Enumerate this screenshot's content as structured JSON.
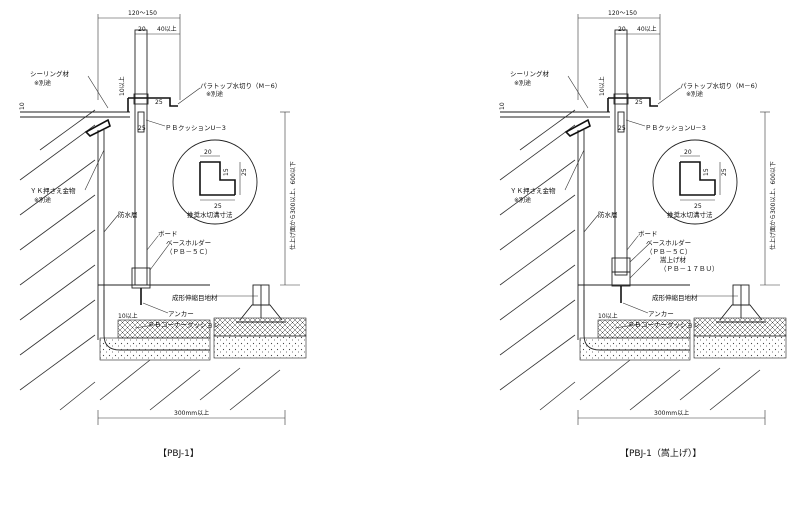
{
  "drawings": [
    {
      "caption": "【PBJ-1】",
      "dims": {
        "top_total": "120～150",
        "w20": "20",
        "w40": "40以上",
        "h10": "10以上",
        "v25a": "25",
        "v25b": "25",
        "side10": "10",
        "right_vertical": "仕上げ面から300以上、600以下",
        "bottom_10": "10以上",
        "bottom_width": "300mm以上"
      },
      "detail": {
        "w20": "20",
        "h25": "25",
        "h15": "15",
        "w25": "25",
        "title": "推奨水切溝寸法"
      },
      "labels": {
        "sealing": "シーリング材",
        "sealing_note": "※別途",
        "paratop": "パラトップ水切り（M－6）",
        "paratop_note": "※別途",
        "cushion": "ＰＢクッションU－3",
        "yk": "ＹＫ押さえ金物",
        "yk_note": "※別途",
        "waterproof": "防水層",
        "board": "ボード",
        "baseholder1": "ベースホルダー",
        "baseholder2": "（ＰＢ－５Ｃ）",
        "joint": "成形伸縮目地材",
        "anchor": "アンカー",
        "corner": "ＰＢコーナークッション"
      }
    },
    {
      "caption": "【PBJ-1（嵩上げ）】",
      "dims": {
        "top_total": "120～150",
        "w20": "20",
        "w40": "40以上",
        "h10": "10以上",
        "v25a": "25",
        "v25b": "25",
        "side10": "10",
        "right_vertical": "仕上げ面から300以上、600以下",
        "bottom_10": "10以上",
        "bottom_width": "300mm以上"
      },
      "detail": {
        "w20": "20",
        "h25": "25",
        "h15": "15",
        "w25": "25",
        "title": "推奨水切溝寸法"
      },
      "labels": {
        "sealing": "シーリング材",
        "sealing_note": "※別途",
        "paratop": "パラトップ水切り（M－6）",
        "paratop_note": "※別途",
        "cushion": "ＰＢクッションU－3",
        "yk": "ＹＫ押さえ金物",
        "yk_note": "※別途",
        "waterproof": "防水層",
        "board": "ボード",
        "baseholder1": "ベースホルダー",
        "baseholder2": "（ＰＢ－５Ｃ）",
        "raise1": "嵩上げ材",
        "raise2": "（ＰＢ－１７ＢＵ）",
        "joint": "成形伸縮目地材",
        "anchor": "アンカー",
        "corner": "ＰＢコーナークッション"
      }
    }
  ]
}
